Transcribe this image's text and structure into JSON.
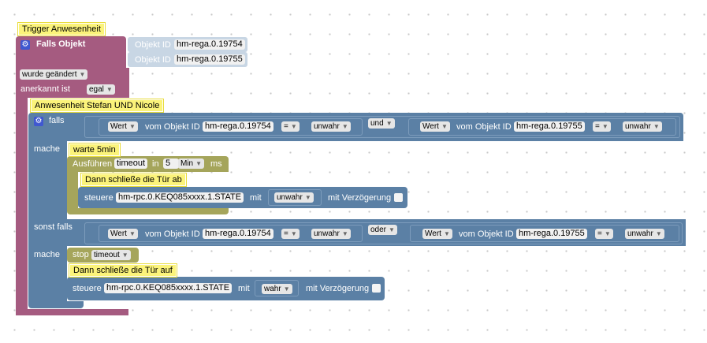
{
  "trigger_block": {
    "comment": "Trigger Anwesenheit",
    "falls_objekt": "Falls Objekt",
    "objekt_id_label": "Objekt ID",
    "object_ids": [
      "hm-rega.0.19754",
      "hm-rega.0.19755"
    ],
    "wurde_geaendert": "wurde geändert",
    "anerkannt_ist": "anerkannt ist",
    "anerkannt_value": "egal"
  },
  "if_block": {
    "comment": "Anwesenheit Stefan UND Nicole",
    "falls": "falls",
    "mache": "mache",
    "sonst_falls": "sonst falls",
    "mache2": "mache"
  },
  "condition1": {
    "left_prop": "Wert",
    "vom_objekt_id": "vom Objekt ID",
    "left_id": "hm-rega.0.19754",
    "op": "=",
    "left_val": "unwahr",
    "logic": "und",
    "right_prop": "Wert",
    "right_id": "hm-rega.0.19755",
    "right_op": "=",
    "right_val": "unwahr"
  },
  "condition2": {
    "left_prop": "Wert",
    "vom_objekt_id": "vom Objekt ID",
    "left_id": "hm-rega.0.19754",
    "op": "=",
    "left_val": "unwahr",
    "logic": "oder",
    "right_prop": "Wert",
    "right_id": "hm-rega.0.19755",
    "right_op": "=",
    "right_val": "unwahr"
  },
  "wait_block": {
    "comment": "warte 5min",
    "ausfuehren": "Ausführen",
    "timeout_name": "timeout",
    "in": "in",
    "amount": "5",
    "unit": "Min",
    "ms": "ms"
  },
  "control1": {
    "comment": "Dann schließe die Tür ab",
    "steuere": "steuere",
    "target": "hm-rpc.0.KEQ085xxxx.1.STATE",
    "mit": "mit",
    "value": "unwahr",
    "mit_verzoegerung": "mit Verzögerung"
  },
  "stop_block": {
    "stop": "stop",
    "timeout_name": "timeout"
  },
  "control2": {
    "comment": "Dann schließe die Tür auf",
    "steuere": "steuere",
    "target": "hm-rpc.0.KEQ085xxxx.1.STATE",
    "mit": "mit",
    "value": "wahr",
    "mit_verzoegerung": "mit Verzögerung"
  },
  "colors": {
    "trigger": "#a55b80",
    "logic": "#5b80a5",
    "timeout": "#a5a55b",
    "objectid": "#c8d6e4",
    "comment": "#fbf37a"
  }
}
